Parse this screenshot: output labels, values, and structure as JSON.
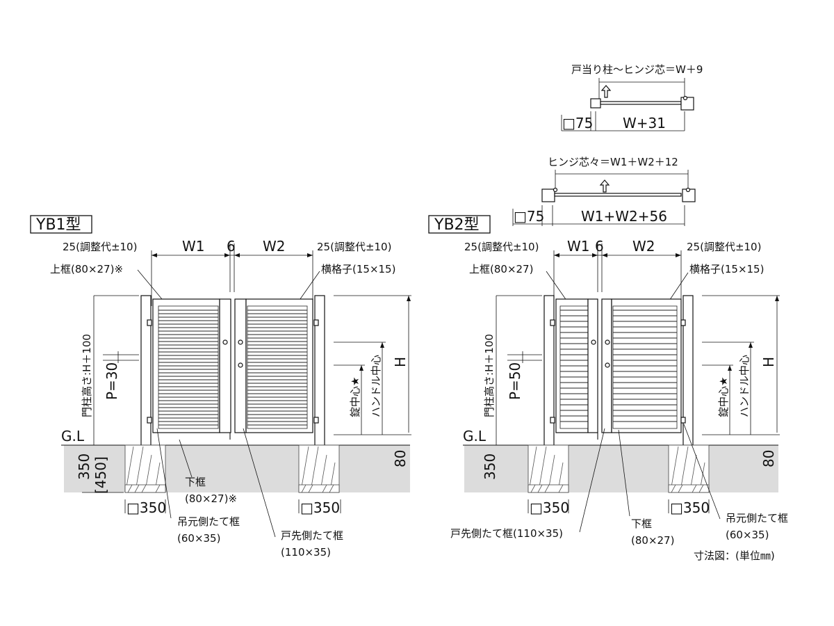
{
  "top_views": {
    "single": {
      "title": "戸当り柱～ヒンジ芯＝W＋9",
      "post": "□75",
      "width": "W+31"
    },
    "double": {
      "title": "ヒンジ芯々＝W1＋W2＋12",
      "post": "□75",
      "width": "W1+W2+56"
    }
  },
  "yb1": {
    "model": "YB1型",
    "adjust_left": "25(調整代±10)",
    "adjust_right": "25(調整代±10)",
    "w1": "W1",
    "gap": "6",
    "w2": "W2",
    "top_frame": "上框(80×27)※",
    "lattice": "横格子(15×15)",
    "post_height": "門柱高さ:H＋100",
    "p_value": "P=30",
    "gl": "G.L",
    "depth": "350",
    "depth_alt": "[450]",
    "bottom_frame": "下框",
    "bottom_frame_size": "(80×27)※",
    "foundation_left": "□350",
    "foundation_right": "□350",
    "hinge_frame": "吊元側たて框",
    "hinge_frame_size": "(60×35)",
    "latch_frame": "戸先側たて框",
    "latch_frame_size": "(110×35)",
    "lock_center": "錠中心★",
    "handle_center": "ハンドル中心",
    "h": "H",
    "bottom_gap": "80"
  },
  "yb2": {
    "model": "YB2型",
    "adjust_left": "25(調整代±10)",
    "adjust_right": "25(調整代±10)",
    "w1": "W1",
    "gap": "6",
    "w2": "W2",
    "top_frame": "上框(80×27)",
    "lattice": "横格子(15×15)",
    "post_height": "門柱高さ:H＋100",
    "p_value": "P=50",
    "gl": "G.L",
    "depth": "350",
    "bottom_frame": "下框",
    "bottom_frame_size": "(80×27)",
    "foundation_left": "□350",
    "foundation_right": "□350",
    "hinge_frame": "吊元側たて框",
    "hinge_frame_size": "(60×35)",
    "latch_frame": "戸先側たて框(110×35)",
    "lock_center": "錠中心★",
    "handle_center": "ハンドル中心",
    "h": "H",
    "bottom_gap": "80"
  },
  "caption": "寸法図：(単位㎜)"
}
